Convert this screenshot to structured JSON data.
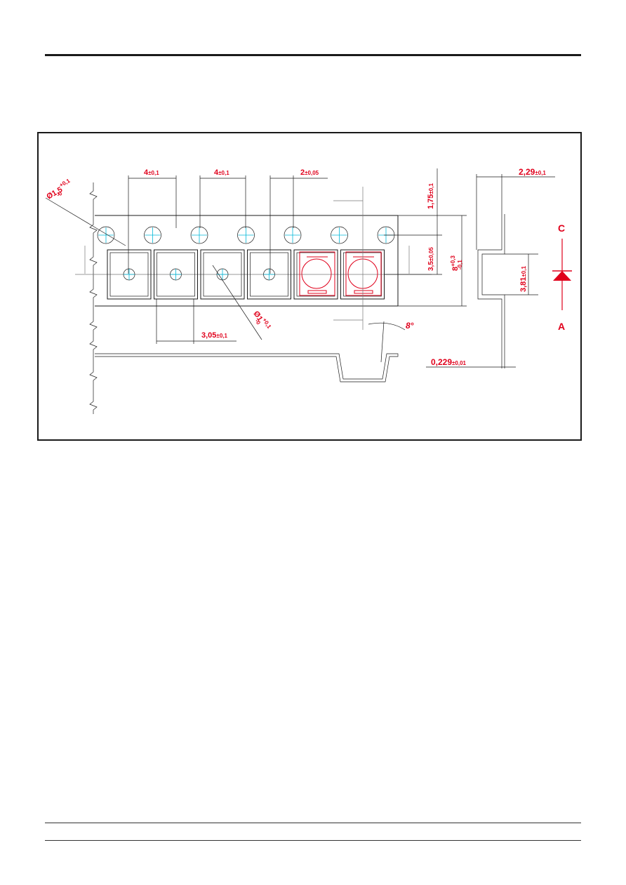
{
  "drawing": {
    "pitch_label": "4",
    "pitch_tol": "±0,1",
    "pitch2_label": "4",
    "pitch2_tol": "±0,1",
    "hole_offset_label": "2",
    "hole_offset_tol": "±0,05",
    "sprocket_dia_label": "Ø1,5",
    "sprocket_dia_tol_plus": "+0,1",
    "sprocket_dia_tol_minus": "-0",
    "pocket_hole_label": "Ø1",
    "pocket_hole_tol_plus": "+0,1",
    "pocket_hole_tol_minus": "-0",
    "pocket_width_label": "3,05",
    "pocket_width_tol": "±0,1",
    "edge_label": "1,75",
    "edge_tol": "±0,1",
    "center_label": "3,5",
    "center_tol": "±0,05",
    "tape_width_label": "8",
    "tape_width_tol_plus": "+0,3",
    "tape_width_tol_minus": "-0,1",
    "depth_label": "2,29",
    "depth_tol": "±0,1",
    "pocket_len_label": "3,81",
    "pocket_len_tol": "±0,1",
    "thickness_label": "0,229",
    "thickness_tol": "±0,01",
    "angle_label": "8°",
    "cathode_label": "C",
    "anode_label": "A"
  },
  "colors": {
    "dimension": "#e0001b",
    "centerline": "#00b8d8",
    "outline": "#1a1a1a"
  }
}
